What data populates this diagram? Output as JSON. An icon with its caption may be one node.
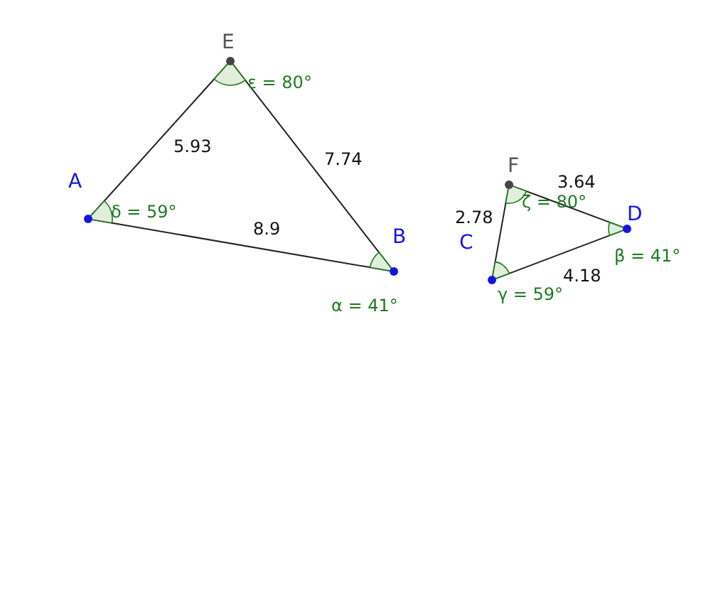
{
  "diagram": {
    "nodes": [
      {
        "text": [
          "E"
        ],
        "beside": [
          "ε = 80°"
        ]
      },
      {
        "text": [
          "A"
        ],
        "beside": [
          "δ = 59°"
        ]
      },
      {
        "text": [
          "B"
        ],
        "beside": [
          "α = 41°"
        ]
      },
      {
        "text": [
          "F"
        ],
        "beside": [
          "ζ = 80°"
        ]
      },
      {
        "text": [
          "C"
        ],
        "beside": [
          "γ = 59°"
        ]
      },
      {
        "text": [
          "D"
        ],
        "beside": [
          "β = 41°"
        ]
      }
    ],
    "edges": [
      {
        "from": 1,
        "to": 0,
        "arrow": "none",
        "label": "5.93"
      },
      {
        "from": 0,
        "to": 2,
        "arrow": "none",
        "label": "7.74"
      },
      {
        "from": 1,
        "to": 2,
        "arrow": "none",
        "label": "8.9"
      },
      {
        "from": 3,
        "to": 5,
        "arrow": "none",
        "label": "3.64"
      },
      {
        "from": 4,
        "to": 3,
        "arrow": "none",
        "label": "2.78"
      },
      {
        "from": 4,
        "to": 5,
        "arrow": "none",
        "label": "4.18"
      }
    ]
  }
}
